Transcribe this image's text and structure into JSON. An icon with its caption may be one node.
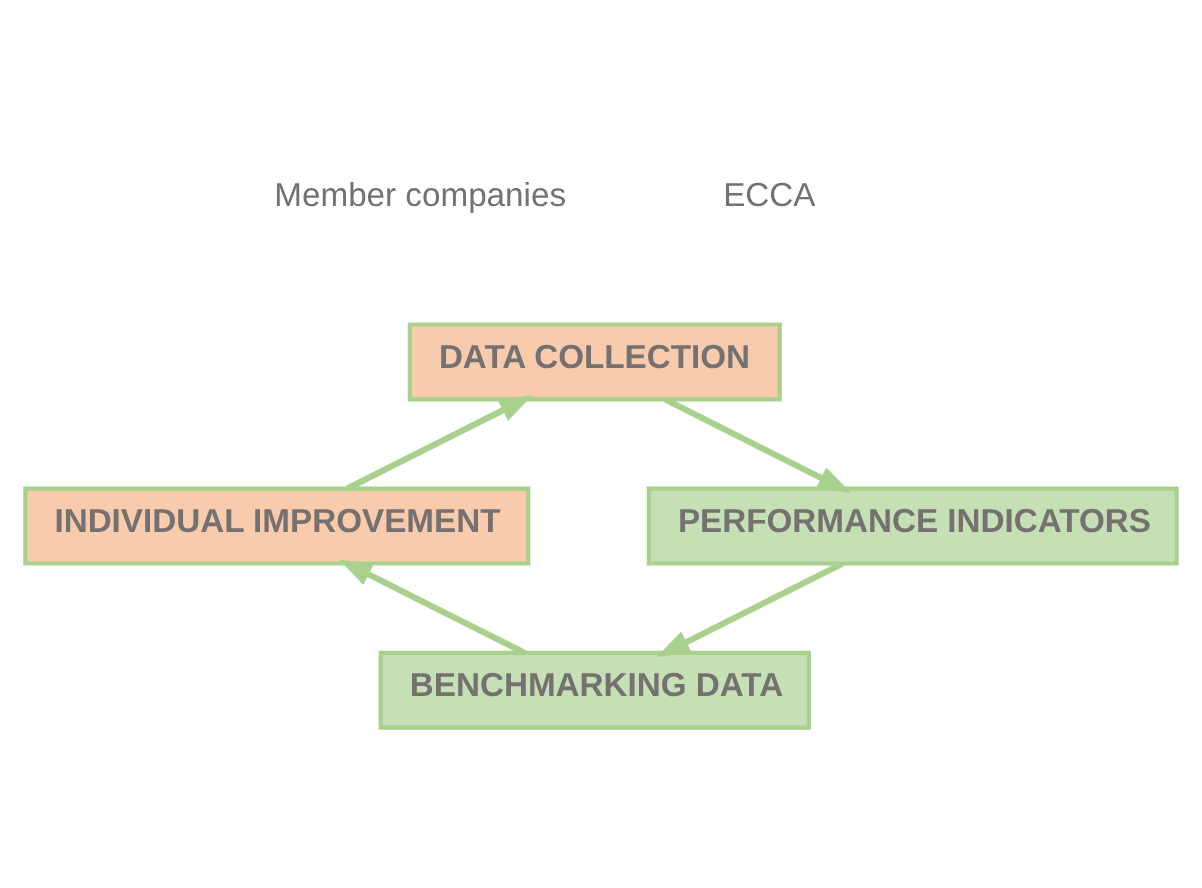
{
  "diagram": {
    "nodes": [
      {
        "text": [
          "DATA COLLECTION"
        ]
      },
      {
        "text": [
          "PERFORMANCE INDICATORS"
        ]
      },
      {
        "text": [
          "BENCHMARKING DATA"
        ]
      },
      {
        "text": [
          "INDIVIDUAL IMPROVEMENT"
        ]
      }
    ],
    "edges": [
      {
        "from": 0,
        "to": 1,
        "arrow": "to"
      },
      {
        "from": 1,
        "to": 2,
        "arrow": "to"
      },
      {
        "from": 2,
        "to": 3,
        "arrow": "to"
      },
      {
        "from": 3,
        "to": 0,
        "arrow": "to"
      }
    ],
    "labels": [
      "Member companies",
      "ECCA"
    ]
  }
}
